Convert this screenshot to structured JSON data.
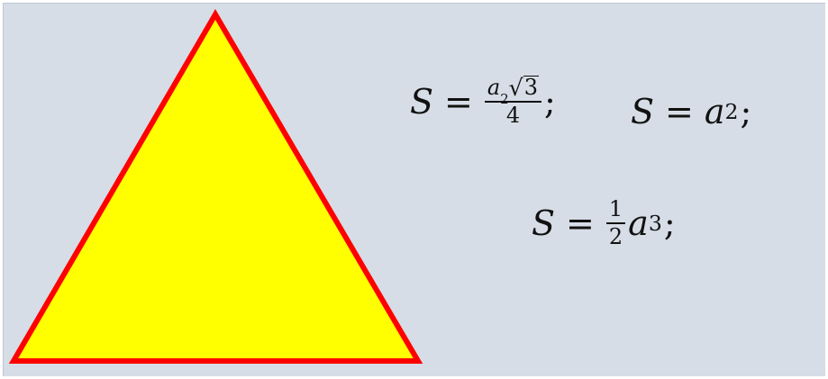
{
  "colors": {
    "background": "#d6dde6",
    "triangle_fill": "#ffff00",
    "triangle_stroke": "#ff0000"
  },
  "formulas": {
    "f1": {
      "lhs": "S",
      "eq": "=",
      "num_base": "a",
      "num_exp": "2",
      "radical": "√",
      "radicand": "3",
      "den": "4",
      "punct": ";"
    },
    "f2": {
      "lhs": "S",
      "eq": "=",
      "base": "a",
      "exp": "2",
      "punct": ";"
    },
    "f3": {
      "lhs": "S",
      "eq": "=",
      "frac_num": "1",
      "frac_den": "2",
      "base": "a",
      "exp": "3",
      "punct": ";"
    }
  }
}
